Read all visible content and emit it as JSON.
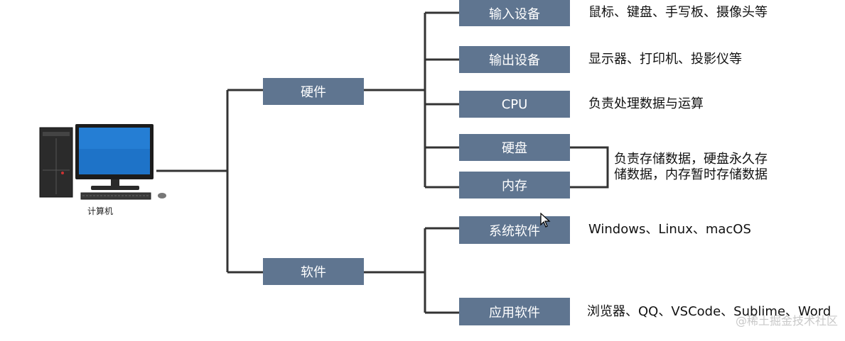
{
  "computer": {
    "label": "计算机"
  },
  "hardware": {
    "label": "硬件",
    "items": [
      {
        "label": "输入设备",
        "desc": "鼠标、键盘、手写板、摄像头等"
      },
      {
        "label": "输出设备",
        "desc": "显示器、打印机、投影仪等"
      },
      {
        "label": "CPU",
        "desc": "负责处理数据与运算"
      },
      {
        "label": "硬盘"
      },
      {
        "label": "内存"
      }
    ],
    "storage_desc_line1": "负责存储数据，硬盘永久存",
    "storage_desc_line2": "储数据，内存暂时存储数据"
  },
  "software": {
    "label": "软件",
    "items": [
      {
        "label": "系统软件",
        "desc": "Windows、Linux、macOS"
      },
      {
        "label": "应用软件",
        "desc": "浏览器、QQ、VSCode、Sublime、Word"
      }
    ]
  },
  "watermark": "@稀土掘金技术社区",
  "colors": {
    "box": "#5f7590",
    "line": "#333333"
  }
}
